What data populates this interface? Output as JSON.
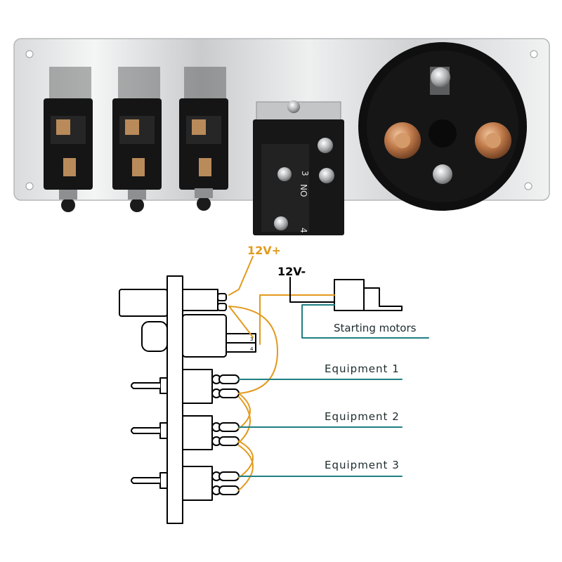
{
  "photo": {
    "panel_labels": {
      "terminal_3": "3",
      "no_mark": "NO",
      "terminal_4": "4"
    }
  },
  "diagram": {
    "labels": {
      "v_positive": "12V+",
      "v_negative": "12V-",
      "starting_motors": "Starting motors",
      "equipment_1": "Equipment 1",
      "equipment_2": "Equipment 2",
      "equipment_3": "Equipment 3",
      "pin_3": "3",
      "pin_4": "4"
    },
    "colors": {
      "positive_wire": "#e39a1c",
      "negative_wire": "#000000",
      "equipment_wire": "#1f7f83",
      "outline": "#000000"
    }
  }
}
